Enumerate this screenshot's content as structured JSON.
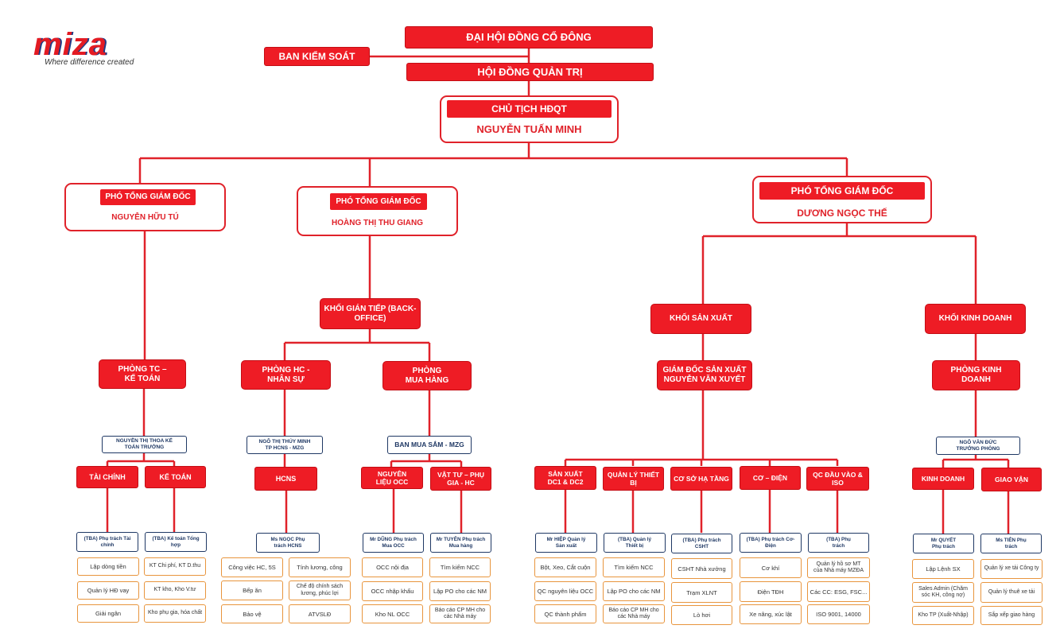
{
  "logo": {
    "brand": "miza",
    "tagline": "Where difference created",
    "brand_color": "#e31b23",
    "accent_color": "#1f3c88"
  },
  "top": {
    "shareholders": "ĐẠI HỘI ĐỒNG CỔ ĐÔNG",
    "supervisory": "BAN KIỂM SOÁT",
    "board": "HỘI ĐỒNG QUẢN TRỊ",
    "chairman_title": "CHỦ TỊCH HĐQT",
    "chairman_name": "NGUYỄN TUẤN MINH"
  },
  "vp1": {
    "title": "PHÓ TỔNG GIÁM ĐỐC",
    "name": "NGUYỄN HỮU TÚ"
  },
  "vp2": {
    "title": "PHÓ TỔNG GIÁM ĐỐC",
    "name": "HOÀNG THỊ THU GIANG"
  },
  "vp3": {
    "title": "PHÓ TỔNG GIÁM ĐỐC",
    "name": "DƯƠNG NGỌC THẾ"
  },
  "blocks": {
    "back_office": "KHỐI GIÁN TIẾP (BACK-OFFICE)",
    "production": "KHỐI SẢN XUẤT",
    "business": "KHỐI KINH DOANH"
  },
  "departments": {
    "finance": "PHÒNG TC – KẾ TOÁN",
    "hr": "PHÒNG HC - NHÂN SỰ",
    "purchasing": "PHÒNG MUA HÀNG",
    "prod_director": "GIÁM ĐỐC SẢN XUẤT NGUYỄN VĂN XUYẾT",
    "sales": "PHÒNG KINH DOANH"
  },
  "heads": {
    "finance": "NGUYỄN THỊ THOA KẾ TOÁN TRƯỞNG",
    "hr": "NGÔ THỊ THÚY MINH TP HCNS - MZG",
    "purchasing": "BAN MUA SẮM - MZG",
    "sales": "NGÔ VĂN ĐỨC TRƯỞNG PHÒNG"
  },
  "units": {
    "tai_chinh": "TÀI CHÍNH",
    "ke_toan": "KẾ TOÁN",
    "hcns": "HCNS",
    "nguyen_lieu": "NGUYÊN LIỆU OCC",
    "vat_tu": "VẬT TƯ – PHỤ GIA - HC",
    "san_xuat": "SẢN XUẤT DC1 & DC2",
    "thiet_bi": "QUẢN LÝ THIẾT BỊ",
    "ha_tang": "CƠ SỞ HẠ TẦNG",
    "co_dien": "CƠ – ĐIỆN",
    "qc_iso": "QC ĐẦU VÀO & ISO",
    "kinh_doanh": "KINH DOANH",
    "giao_van": "GIAO VẬN"
  },
  "leads": {
    "tai_chinh": "(TBA) Phụ trách Tài chính",
    "ke_toan": "(TBA) Kế toán Tổng hợp",
    "hcns": "Ms NGỌC Phụ trách HCNS",
    "nguyen_lieu": "Mr DŨNG Phụ trách Mua OCC",
    "vat_tu": "Mr TUYÊN Phụ trách Mua hàng",
    "san_xuat": "Mr HIỆP Quản lý Sản xuất",
    "thiet_bi": "(TBA) Quản lý Thiết bị",
    "ha_tang": "(TBA) Phụ trách CSHT",
    "co_dien": "(TBA) Phụ trách Cơ-Điện",
    "qc_iso": "(TBA) Phụ trách",
    "kinh_doanh": "Mr QUYẾT Phụ trách",
    "giao_van": "Ms TIÊN Phụ trách"
  },
  "tasks": {
    "tai_chinh": [
      "Lập dòng tiền",
      "Quản lý HĐ vay",
      "Giải ngân"
    ],
    "ke_toan": [
      "KT Chi phí, KT D.thu",
      "KT kho, Kho V.tư",
      "Kho phụ gia, hóa chất"
    ],
    "hcns_a": [
      "Công việc HC, 5S",
      "Bếp ăn",
      "Bảo vệ"
    ],
    "hcns_b": [
      "Tính lương, công",
      "Chế độ chính sách lương, phúc lợi",
      "ATVSLĐ"
    ],
    "nguyen_lieu": [
      "OCC nội địa",
      "OCC nhập khẩu",
      "Kho NL OCC"
    ],
    "vat_tu": [
      "Tìm kiếm NCC",
      "Lập PO cho các NM",
      "Báo cáo CP MH cho các Nhà máy"
    ],
    "san_xuat": [
      "Bột, Xeo, Cắt cuộn",
      "QC nguyên liệu OCC",
      "QC thành phẩm"
    ],
    "thiet_bi": [
      "Tìm kiếm NCC",
      "Lập PO cho các NM",
      "Báo cáo CP MH cho các Nhà máy"
    ],
    "ha_tang": [
      "CSHT Nhà xưởng",
      "Trạm XLNT",
      "Lò hơi"
    ],
    "co_dien": [
      "Cơ khí",
      "Điện TĐH",
      "Xe nâng, xúc lật"
    ],
    "qc_iso": [
      "Quản lý hồ sơ MT của Nhà máy MZĐA",
      "Các CC: ESG, FSC...",
      "ISO 9001, 14000"
    ],
    "kinh_doanh": [
      "Lập Lệnh SX",
      "Sales Admin (Chăm sóc KH, công nợ)",
      "Kho TP (Xuất-Nhập)"
    ],
    "giao_van": [
      "Quản lý xe tải Công ty",
      "Quản lý thuê xe tải",
      "Sắp xếp giao hàng"
    ]
  }
}
